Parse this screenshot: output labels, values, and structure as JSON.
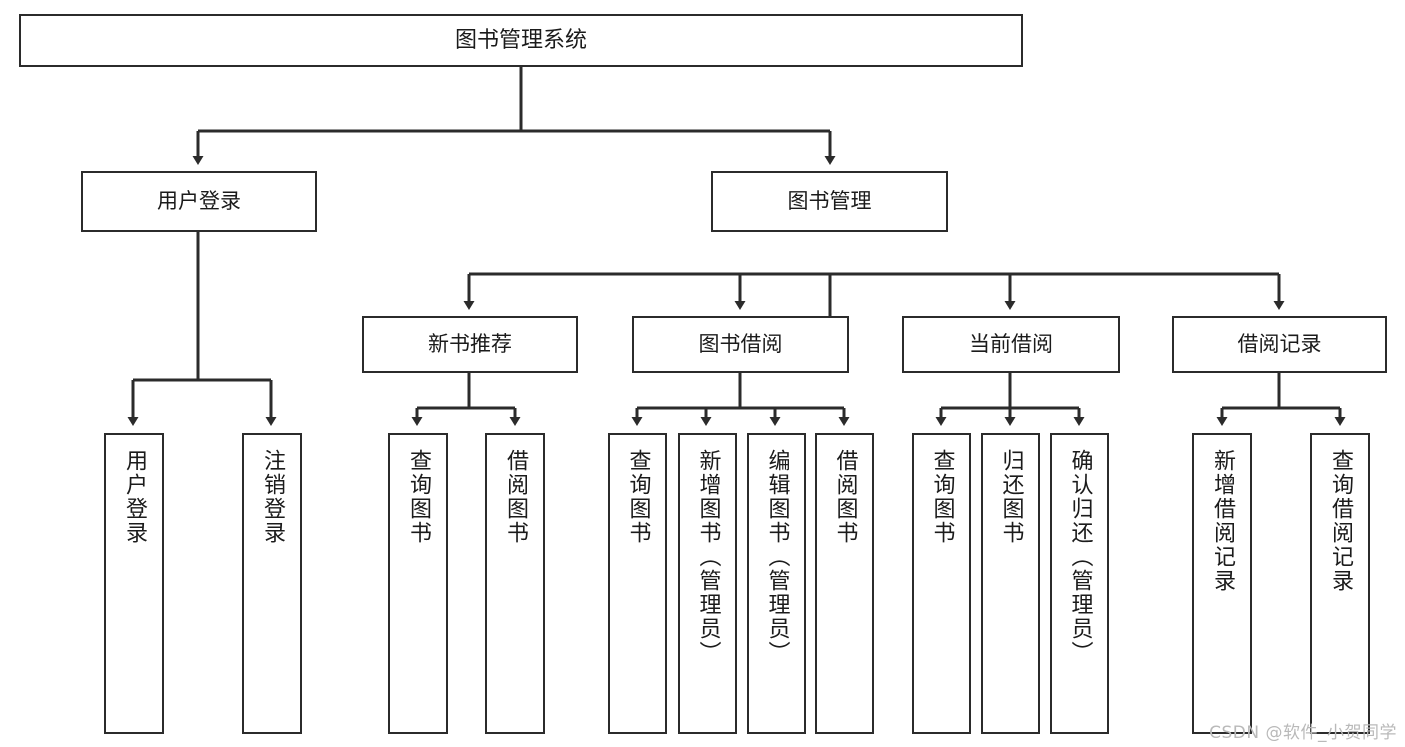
{
  "diagram": {
    "title": "图书管理系统",
    "watermark": "CSDN @软件_小贺同学",
    "colors": {
      "stroke": "#2b2b2b",
      "background": "#ffffff",
      "text": "#1b1b1b",
      "watermark": "#b9b9b9"
    },
    "root": {
      "label": "图书管理系统"
    },
    "tier2": [
      {
        "label": "用户登录"
      },
      {
        "label": "图书管理"
      }
    ],
    "tier3": [
      {
        "label": "新书推荐"
      },
      {
        "label": "图书借阅"
      },
      {
        "label": "当前借阅"
      },
      {
        "label": "借阅记录"
      }
    ],
    "leaves": {
      "user_login": [
        {
          "label": "用户登录"
        },
        {
          "label": "注销登录"
        }
      ],
      "new_book_recommend": [
        {
          "label": "查询图书"
        },
        {
          "label": "借阅图书"
        }
      ],
      "book_borrow": [
        {
          "label": "查询图书"
        },
        {
          "label": "新增图书（管理员）"
        },
        {
          "label": "编辑图书（管理员）"
        },
        {
          "label": "借阅图书"
        }
      ],
      "current_borrow": [
        {
          "label": "查询图书"
        },
        {
          "label": "归还图书"
        },
        {
          "label": "确认归还（管理员）"
        }
      ],
      "borrow_records": [
        {
          "label": "新增借阅记录"
        },
        {
          "label": "查询借阅记录"
        }
      ]
    }
  }
}
